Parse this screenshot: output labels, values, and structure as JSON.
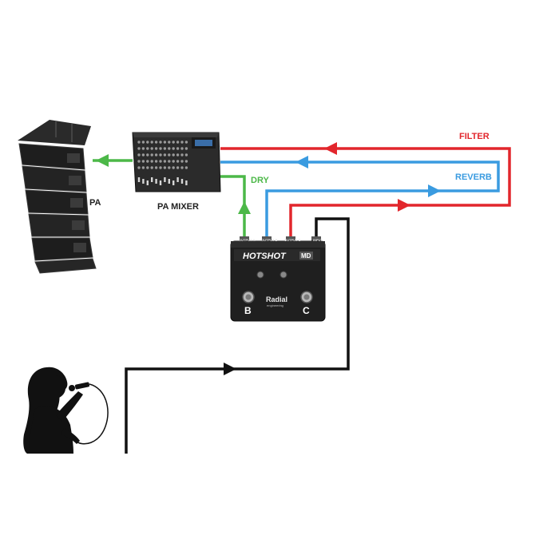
{
  "labels": {
    "pa": "PA",
    "pa_mixer": "PA MIXER",
    "dry": "DRY",
    "filter": "FILTER",
    "reverb": "REVERB"
  },
  "pedal": {
    "brand_text": "HOTSHOT",
    "model_badge": "MD",
    "button_b": "B",
    "button_c": "C",
    "logo_text": "Radial",
    "logo_sub": "engineering",
    "jack_labels": [
      "OUTPUT-A",
      "OUTPUT-B",
      "OUTPUT-C",
      "INPUT"
    ]
  },
  "colors": {
    "dry": "#4cb848",
    "reverb": "#3a9be0",
    "filter": "#e2262c",
    "signal": "#111111",
    "label_dry": "#4cb848",
    "label_reverb": "#3a9be0",
    "label_filter": "#e2262c",
    "label_dark": "#222222"
  }
}
